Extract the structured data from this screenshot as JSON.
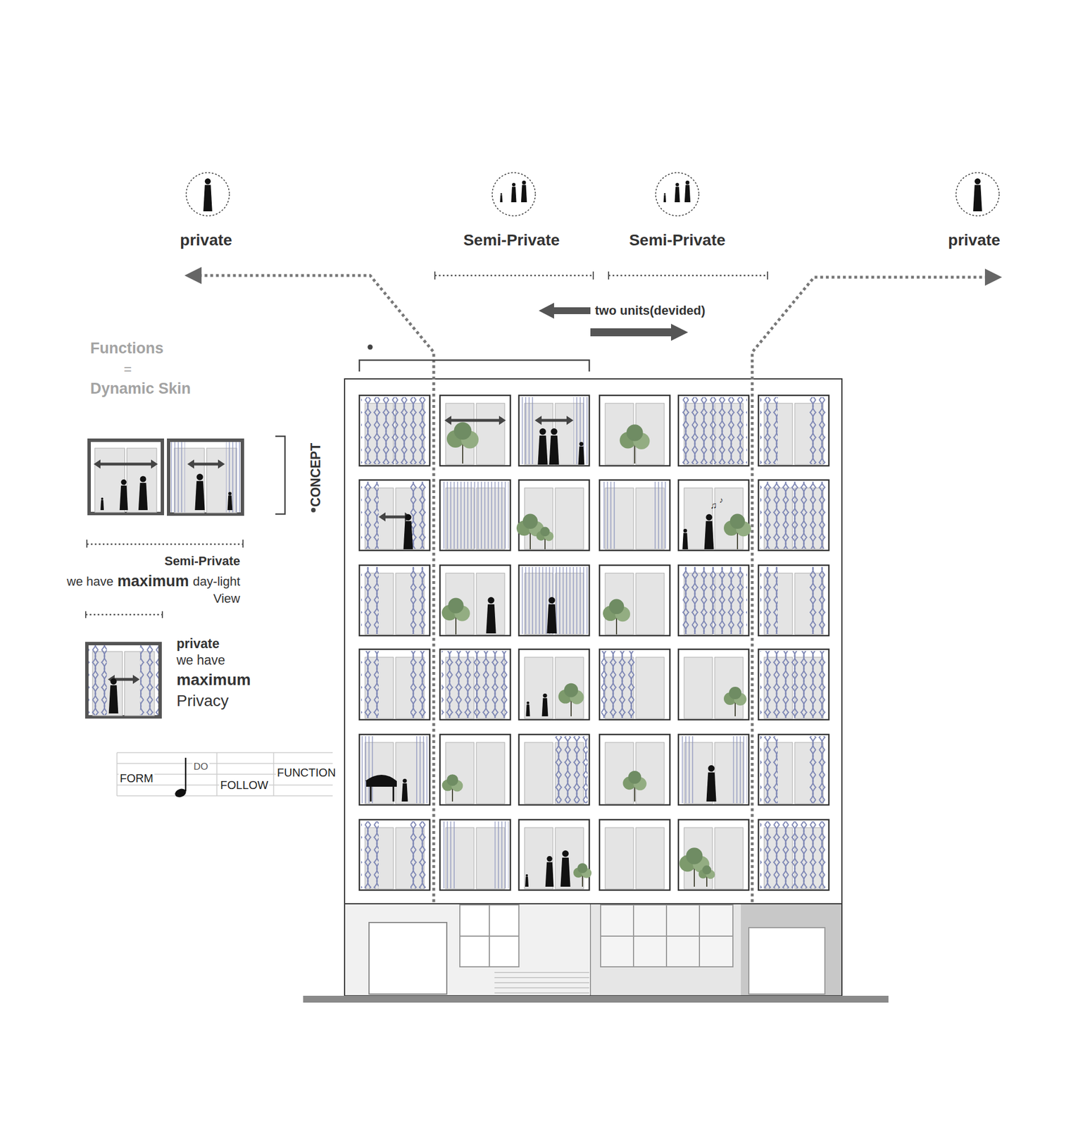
{
  "diagram": {
    "labels": [
      "Functions",
      "=",
      "Dynamic Skin",
      "private",
      "Semi-Private",
      "Semi-Private",
      "private",
      "two units(devided)",
      "CONCEPT",
      "Semi-Private",
      "we have",
      "maximum",
      "day-light",
      "View",
      "private",
      "we have",
      "maximum",
      "Privacy",
      "FORM",
      "DO",
      "FOLLOW",
      "FUNCTION"
    ]
  }
}
